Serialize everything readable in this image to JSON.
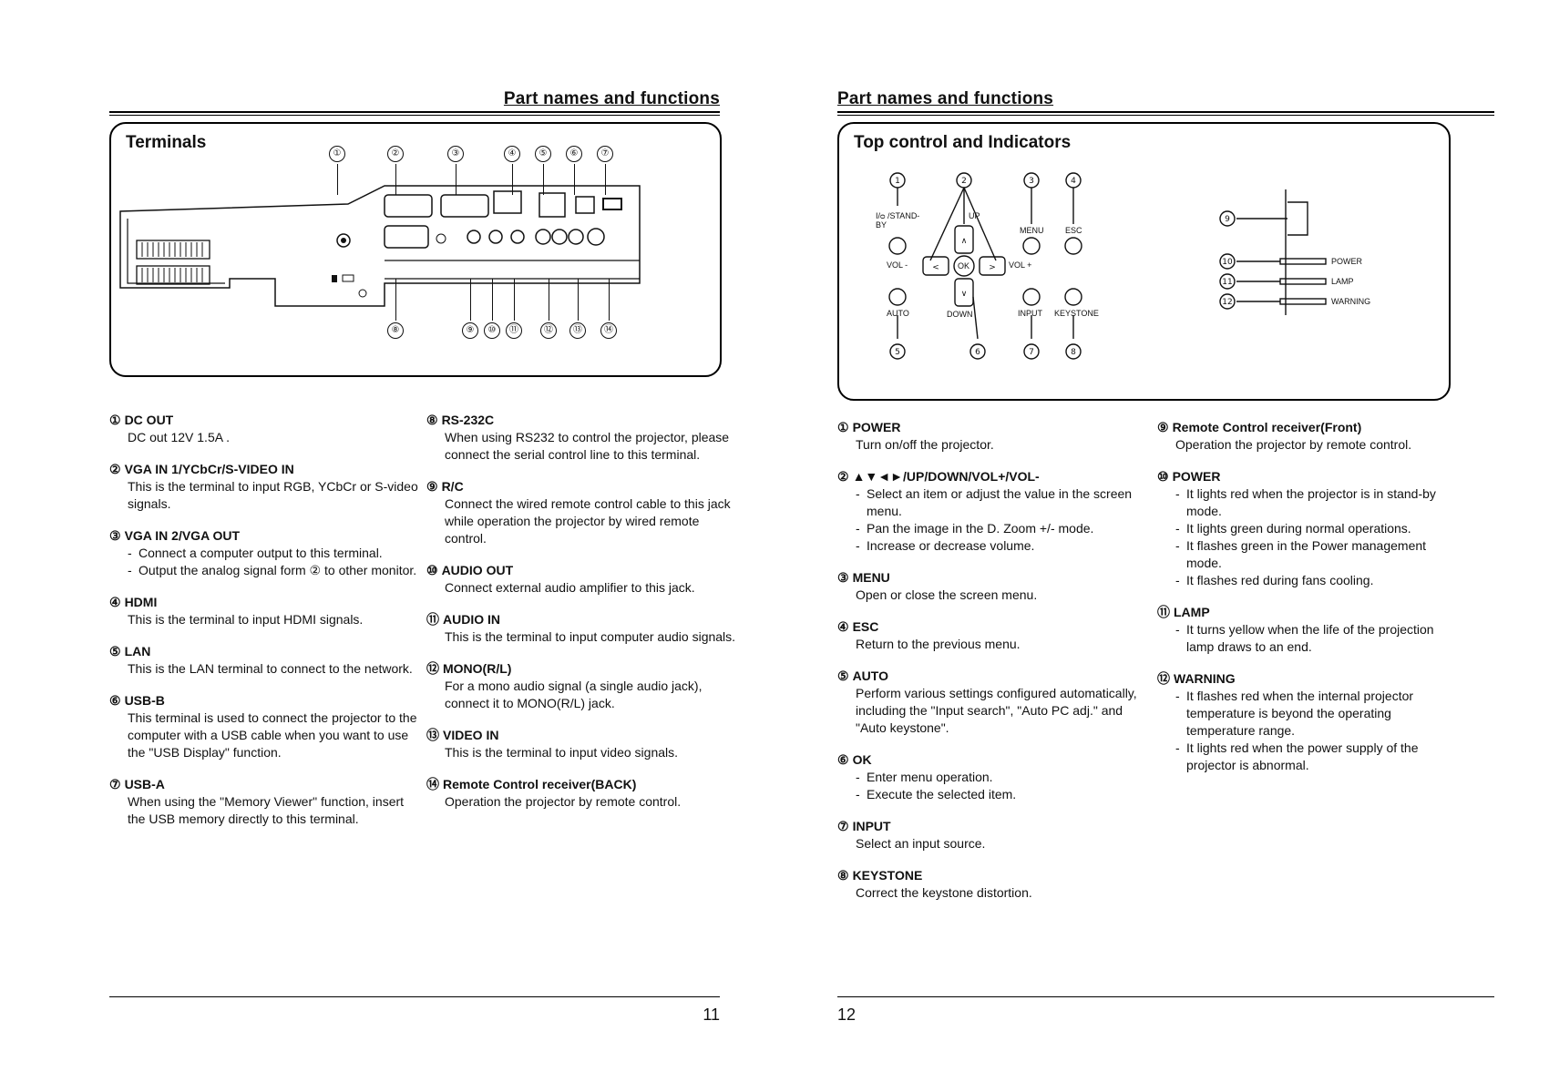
{
  "left": {
    "header": "Part names and functions",
    "box_title": "Terminals",
    "page_number": "11",
    "items_col1": [
      {
        "n": "①",
        "title": "DC OUT",
        "lines": [
          "DC out 12V 1.5A ."
        ]
      },
      {
        "n": "②",
        "title": "VGA IN 1/YCbCr/S-VIDEO IN",
        "lines": [
          "This is the terminal to input RGB, YCbCr or S-video signals."
        ]
      },
      {
        "n": "③",
        "title": "VGA IN 2/VGA OUT",
        "bullets": [
          "Connect a computer output to this terminal.",
          "Output the analog signal form ② to other monitor."
        ]
      },
      {
        "n": "④",
        "title": "HDMI",
        "lines": [
          "This is the terminal to input HDMI signals."
        ]
      },
      {
        "n": "⑤",
        "title": "LAN",
        "lines": [
          "This is the LAN terminal to connect to the network."
        ]
      },
      {
        "n": "⑥",
        "title": "USB-B",
        "lines": [
          "This terminal is used to connect the projector to the computer with a USB cable when you want to use the \"USB Display\" function."
        ]
      },
      {
        "n": "⑦",
        "title": "USB-A",
        "lines": [
          "When using the \"Memory Viewer\" function, insert the USB memory directly to this terminal."
        ]
      }
    ],
    "items_col2": [
      {
        "n": "⑧",
        "title": "RS-232C",
        "lines": [
          "When using RS232 to control the projector, please connect the serial control line to this terminal."
        ]
      },
      {
        "n": "⑨",
        "title": "R/C",
        "lines": [
          "Connect the wired remote control cable to this jack while operation the projector by wired remote control."
        ]
      },
      {
        "n": "⑩",
        "title": "AUDIO OUT",
        "lines": [
          "Connect external audio amplifier to this jack."
        ]
      },
      {
        "n": "⑪",
        "title": "AUDIO IN",
        "lines": [
          "This is the terminal to input computer audio signals."
        ]
      },
      {
        "n": "⑫",
        "title": "MONO(R/L)",
        "lines": [
          "For a mono audio signal (a single audio jack), connect it to MONO(R/L) jack."
        ]
      },
      {
        "n": "⑬",
        "title": "VIDEO IN",
        "lines": [
          "This is the terminal to input video signals."
        ]
      },
      {
        "n": "⑭",
        "title": "Remote Control receiver(BACK)",
        "lines": [
          "Operation the projector by remote control."
        ]
      }
    ],
    "top_numbers": [
      "①",
      "②",
      "③",
      "④",
      "⑤",
      "⑥",
      "⑦"
    ],
    "bottom_numbers": [
      "⑧",
      "⑨",
      "⑩",
      "⑪",
      "⑫",
      "⑬",
      "⑭"
    ]
  },
  "right": {
    "header": "Part names and functions",
    "box_title": "Top control and Indicators",
    "page_number": "12",
    "panel_labels": {
      "standby": "I/ᴑ /STAND-BY",
      "up": "UP",
      "menu": "MENU",
      "esc": "ESC",
      "vol_minus": "VOL -",
      "vol_plus": "VOL +",
      "ok": "OK",
      "auto": "AUTO",
      "down": "DOWN",
      "input": "INPUT",
      "keystone": "KEYSTONE",
      "power": "POWER",
      "lamp": "LAMP",
      "warning": "WARNING"
    },
    "items_col1": [
      {
        "n": "①",
        "title": "POWER",
        "lines": [
          "Turn on/off the projector."
        ]
      },
      {
        "n": "②",
        "title": "▲▼◄►/UP/DOWN/VOL+/VOL-",
        "bullets": [
          "Select an item or adjust the value in the screen menu.",
          "Pan the image in the D. Zoom +/- mode.",
          "Increase or decrease volume."
        ]
      },
      {
        "n": "③",
        "title": "MENU",
        "lines": [
          "Open or close the screen menu."
        ]
      },
      {
        "n": "④",
        "title": "ESC",
        "lines": [
          "Return to the previous menu."
        ]
      },
      {
        "n": "⑤",
        "title": "AUTO",
        "lines": [
          "Perform various settings configured automatically, including the \"Input search\", \"Auto PC adj.\" and \"Auto keystone\"."
        ]
      },
      {
        "n": "⑥",
        "title": "OK",
        "bullets": [
          "Enter menu operation.",
          "Execute the selected item."
        ]
      },
      {
        "n": "⑦",
        "title": "INPUT",
        "lines": [
          "Select an input source."
        ]
      },
      {
        "n": "⑧",
        "title": "KEYSTONE",
        "lines": [
          "Correct the keystone distortion."
        ]
      }
    ],
    "items_col2": [
      {
        "n": "⑨",
        "title": "Remote Control receiver(Front)",
        "lines": [
          "Operation the projector by remote control."
        ]
      },
      {
        "n": "⑩",
        "title": "POWER",
        "bullets": [
          "It lights red when the projector is in stand-by mode.",
          "It lights green during normal operations.",
          "It flashes green in the Power management mode.",
          "It flashes red during fans cooling."
        ]
      },
      {
        "n": "⑪",
        "title": "LAMP",
        "bullets": [
          "It turns yellow when the life of the projection lamp draws to an end."
        ]
      },
      {
        "n": "⑫",
        "title": "WARNING",
        "bullets": [
          "It flashes red when the internal projector temperature is beyond the operating temperature range.",
          "It lights red when the power supply of the projector is abnormal."
        ]
      }
    ]
  }
}
